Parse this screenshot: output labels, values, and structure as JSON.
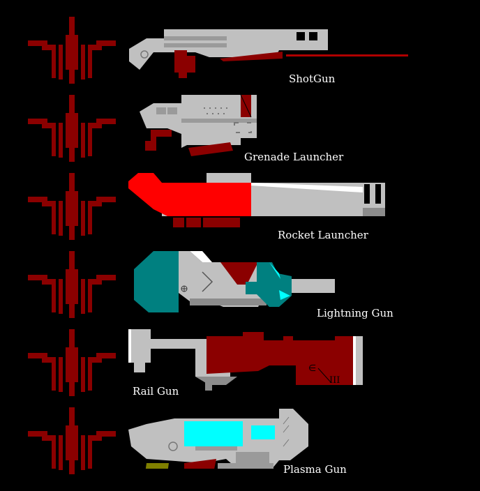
{
  "weapons": [
    {
      "id": "shotgun",
      "name": "ShotGun"
    },
    {
      "id": "grenade-launcher",
      "name": "Grenade Launcher"
    },
    {
      "id": "rocket-launcher",
      "name": "Rocket Launcher"
    },
    {
      "id": "lightning-gun",
      "name": "Lightning Gun"
    },
    {
      "id": "rail-gun",
      "name": "Rail Gun"
    },
    {
      "id": "plasma-gun",
      "name": "Plasma Gun"
    }
  ],
  "colors": {
    "emblem": "#8b0000",
    "metal": "#c0c0c0",
    "metal_dark": "#8c8c8c",
    "rocket_red": "#ff0000",
    "teal": "#008080",
    "cyan": "#00ffff",
    "olive": "#808000"
  }
}
